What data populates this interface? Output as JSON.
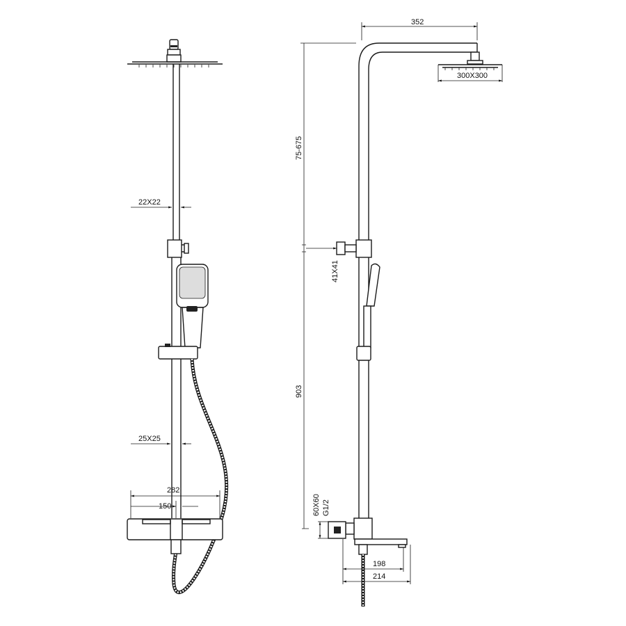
{
  "title": "Shower system technical drawing",
  "front_view": {
    "bar_upper": "22X22",
    "bar_lower": "25X25",
    "mixer_width": "282",
    "inlet_spacing": "150"
  },
  "side_view": {
    "arm_length": "352",
    "head_size": "300X300",
    "height_adjust": "75-675",
    "connector": "41X41",
    "lower_height": "903",
    "bracket": "60X60",
    "thread": "G1/2",
    "spout_reach": "198",
    "spout_total": "214"
  },
  "colors": {
    "line": "#1a1a1a",
    "background": "#ffffff"
  }
}
